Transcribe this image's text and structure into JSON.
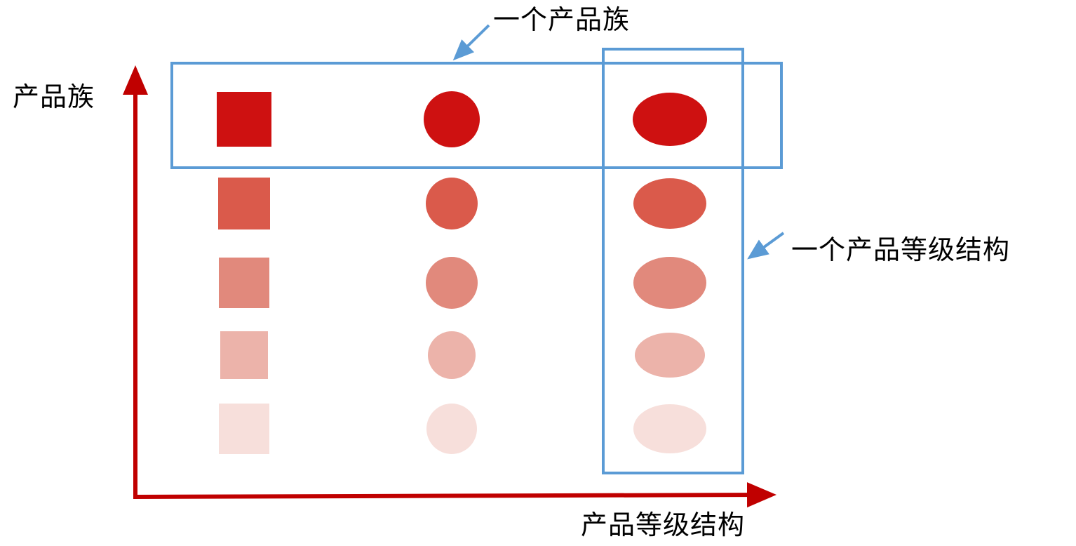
{
  "diagram": {
    "y_axis_label": "产品族",
    "x_axis_label": "产品等级结构",
    "annotation_family": "一个产品族",
    "annotation_hierarchy": "一个产品等级结构",
    "colors": {
      "axis_red": "#C00000",
      "highlight_blue": "#5B9BD5",
      "row_shades": [
        "#CE1111",
        "#DA5A4B",
        "#E1897C",
        "#ECB3AA",
        "#F7DFDB"
      ]
    },
    "grid": {
      "rows": 5,
      "columns": [
        {
          "shape": "square"
        },
        {
          "shape": "circle"
        },
        {
          "shape": "ellipse"
        }
      ]
    }
  }
}
